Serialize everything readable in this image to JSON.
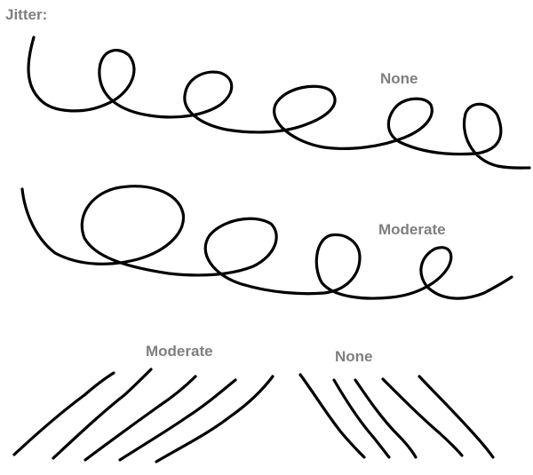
{
  "title": "Jitter:",
  "labels": {
    "loops_top": "None",
    "loops_middle": "Moderate",
    "strokes_left": "Moderate",
    "strokes_right": "None"
  }
}
